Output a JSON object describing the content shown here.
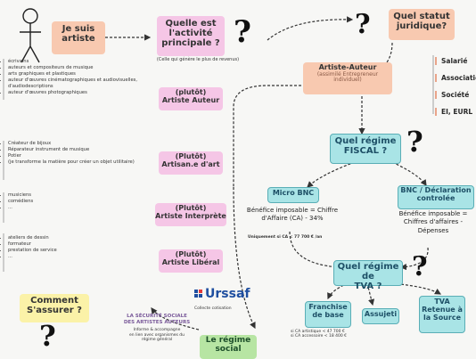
{
  "artist": {
    "label": "Je suis\nartiste"
  },
  "main_question": {
    "label": "Quelle est\nl'activité\nprincipale ?",
    "note": "(Celle qui génère le plus de revenus)"
  },
  "status_question": {
    "label": "Quel statut\njuridique?"
  },
  "artiste_auteur": {
    "title": "Artiste-Auteur",
    "subtitle": "(assimilé Entrepreneur\nindividuel)"
  },
  "statuses": [
    "Salarié",
    "Association",
    "Société",
    "EI, EURL"
  ],
  "activities": [
    {
      "label": "(plutôt)\nArtiste Auteur",
      "items": [
        "écrivains",
        "auteurs et compositeurs de musique",
        "arts graphiques et plastiques",
        "auteur d'œuvres cinématographiques et audiovisuelles, d'audiodescriptions",
        "auteur d'œuvres photographiques"
      ]
    },
    {
      "label": "(Plutôt)\nArtisan.e d'art",
      "items": [
        "Créateur de bijoux",
        "Réparateur instrument de musique",
        "Potier",
        "(je transforme la matière pour créer un objet utilitaire)"
      ]
    },
    {
      "label": "(Plutôt)\nArtiste Interprète",
      "items": [
        "musiciens",
        "comédiens",
        "..."
      ]
    },
    {
      "label": "(Plutôt)\nArtiste Libéral",
      "items": [
        "ateliers de dessin",
        "formateur",
        "prestation de service",
        "..."
      ]
    }
  ],
  "fiscal_question": {
    "label": "Quel régime\nFISCAL ?"
  },
  "micro_bnc": {
    "label": "Micro BNC",
    "text": "Bénéfice imposable = Chiffre\nd'Affaire (CA) - 34%",
    "note": "Uniquement si CA < 77 700 € /an"
  },
  "bnc_declaration": {
    "label": "BNC / Déclaration\ncontrolée",
    "text": "Bénéfice imposable =\nChiffres d'affaires -\nDépenses"
  },
  "tva_question": {
    "label": "Quel régime de\nTVA ?"
  },
  "franchise": {
    "label": "Franchise\nde base",
    "note": "si CA artistique < 47 700 €\nsi CA accessoire < 18 400 €"
  },
  "assujetti": {
    "label": "Assujeti"
  },
  "tva_retenue": {
    "label": "TVA\nRetenue à\nla Source"
  },
  "social": {
    "label": "Le régime\nsocial"
  },
  "how": {
    "label": "Comment\nS'assurer ?"
  },
  "urssaf": {
    "name": "Urssaf",
    "note": "Collecte cotisation"
  },
  "secu": {
    "name": "LA SÉCURITÉ SOCIALE\nDES ARTISTES AUTEURS",
    "note": "Informe & accompagne\nen lien avec organismes du\nrégime général"
  },
  "colors": {
    "peach": "#f8c9b0",
    "pink": "#f5c6e6",
    "teal": "#a9e4e6",
    "yellow": "#fbf2a8",
    "green": "#b7e5a3",
    "urssaf_blue": "#1f4fa0"
  },
  "icons": [
    "stick-figure-icon",
    "question-mark-icon"
  ]
}
